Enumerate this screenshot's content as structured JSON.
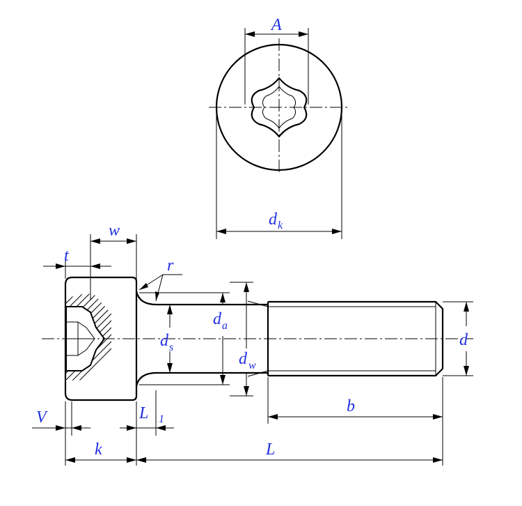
{
  "labels": {
    "A": "A",
    "dk": "d",
    "dk_sub": "k",
    "w": "w",
    "t": "t",
    "r": "r",
    "da": "d",
    "da_sub": "a",
    "ds": "d",
    "ds_sub": "s",
    "dw": "d",
    "dw_sub": "w",
    "d": "d",
    "b": "b",
    "V": "V",
    "L1": "L",
    "L1_sub": "1",
    "k": "k",
    "L": "L"
  },
  "colors": {
    "line": "#000000",
    "label": "#1f2ee0",
    "background": "#ffffff"
  }
}
